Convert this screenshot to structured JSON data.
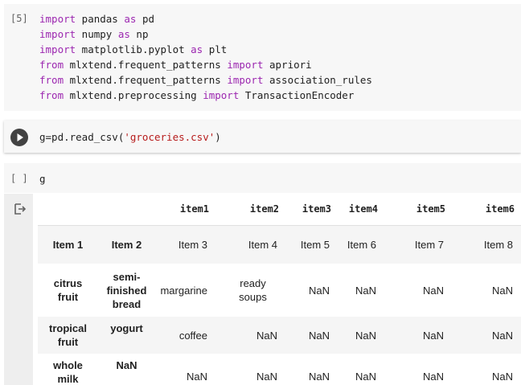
{
  "cells": [
    {
      "prompt": "[5]",
      "lines": [
        {
          "kw": "import",
          "rest": " pandas ",
          "kw2": "as",
          "rest2": " pd"
        },
        {
          "kw": "import",
          "rest": " numpy ",
          "kw2": "as",
          "rest2": " np"
        },
        {
          "kw": "import",
          "rest": " matplotlib.pyplot ",
          "kw2": "as",
          "rest2": " plt"
        },
        {
          "kw": "from",
          "rest": " mlxtend.frequent_patterns ",
          "kw2": "import",
          "rest2": " apriori"
        },
        {
          "kw": "from",
          "rest": " mlxtend.frequent_patterns ",
          "kw2": "import",
          "rest2": " association_rules"
        },
        {
          "kw": "from",
          "rest": " mlxtend.preprocessing ",
          "kw2": "import",
          "rest2": " TransactionEncoder"
        }
      ]
    },
    {
      "prompt": "",
      "code_pre": "g=pd.read_csv(",
      "code_str": "'groceries.csv'",
      "code_post": ")"
    },
    {
      "prompt": "[ ]",
      "code": "g"
    }
  ],
  "output": {
    "columns": [
      "item1",
      "item2",
      "item3",
      "item4",
      "item5",
      "item6"
    ],
    "first_row": [
      "Item 1",
      "Item 2",
      "Item 3",
      "Item 4",
      "Item 5",
      "Item 6",
      "Item 7",
      "Item 8"
    ],
    "rows": [
      [
        "citrus fruit",
        "semi-finished bread",
        "margarine",
        "ready soups",
        "NaN",
        "NaN",
        "NaN",
        "NaN"
      ],
      [
        "tropical fruit",
        "yogurt",
        "coffee",
        "NaN",
        "NaN",
        "NaN",
        "NaN",
        "NaN"
      ],
      [
        "whole milk",
        "NaN",
        "NaN",
        "NaN",
        "NaN",
        "NaN",
        "NaN",
        "NaN"
      ]
    ]
  }
}
